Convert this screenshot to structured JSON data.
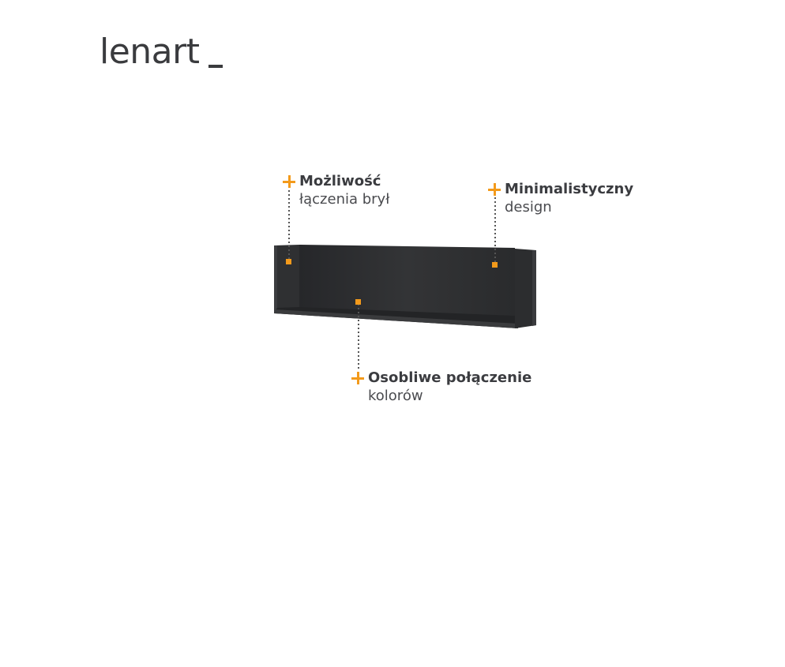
{
  "brand": {
    "logo_text": "lenart"
  },
  "callouts": {
    "joining": {
      "title": "Możliwość",
      "subtitle": "łączenia brył"
    },
    "design": {
      "title": "Minimalistyczny",
      "subtitle": "design"
    },
    "colors": {
      "title": "Osobliwe połączenie",
      "subtitle": "kolorów"
    }
  },
  "colors": {
    "accent": "#f39a1b",
    "text": "#3b3c40",
    "shelf": "#2b2c2e"
  },
  "icons": [
    "plus-icon",
    "marker-dot-icon"
  ]
}
